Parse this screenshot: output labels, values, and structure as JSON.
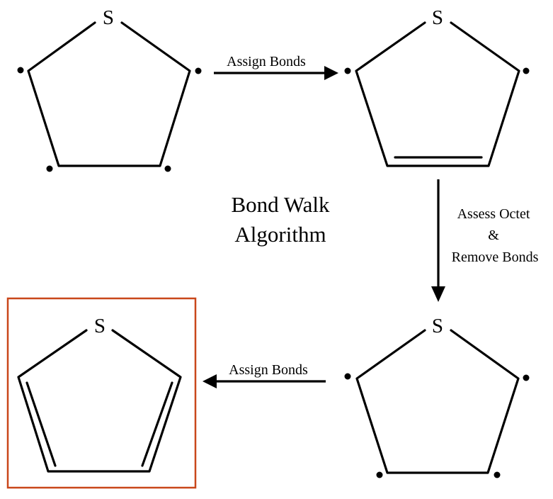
{
  "title_lines": [
    "Bond Walk",
    "Algorithm"
  ],
  "atom_symbol": "S",
  "arrows": {
    "step1_label": "Assign Bonds",
    "step2_label_lines": [
      "Assess Octet",
      "&",
      "Remove Bonds"
    ],
    "step3_label": "Assign Bonds"
  },
  "colors": {
    "bond": "#000000",
    "result_box": "#c9471a"
  },
  "molecules": [
    {
      "stage": 1,
      "double_bonds": 0,
      "radicals": 4
    },
    {
      "stage": 2,
      "double_bonds": 1,
      "radicals": 2
    },
    {
      "stage": 3,
      "double_bonds": 0,
      "radicals": 4
    },
    {
      "stage": 4,
      "double_bonds": 2,
      "radicals": 0
    }
  ]
}
